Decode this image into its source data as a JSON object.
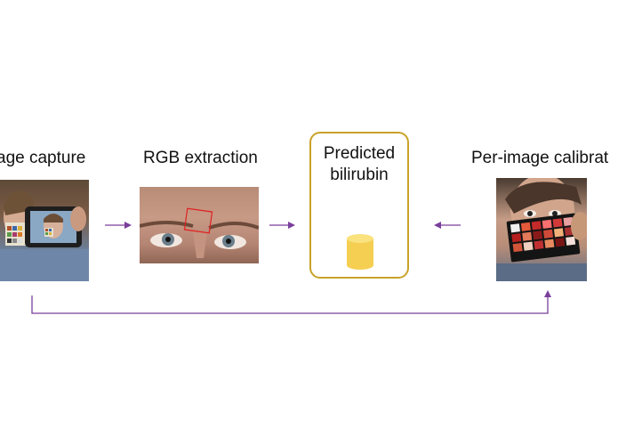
{
  "stages": {
    "capture_label": "age capture",
    "rgb_label": "RGB extraction",
    "predicted_line1": "Predicted",
    "predicted_line2": "bilirubin",
    "calibration_label": "Per-image calibrat"
  },
  "colors": {
    "arrow": "#7a3f9b",
    "box_border": "#c9a227",
    "cylinder": "#f7d35a",
    "roi": "#e02020"
  },
  "icons": {
    "capture_photo": "person-holding-phone-photo",
    "rgb_photo": "forehead-closeup-photo",
    "calibration_photo": "person-holding-color-card-photo",
    "bilirubin": "cylinder-icon"
  }
}
